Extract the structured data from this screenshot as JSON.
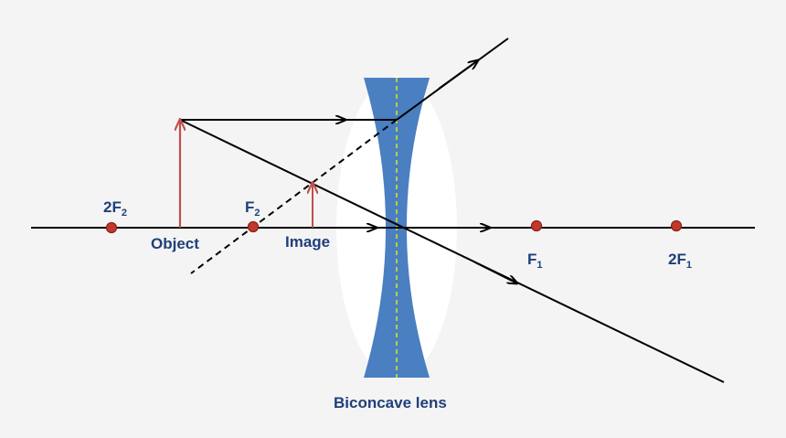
{
  "labels": {
    "object": "Object",
    "image": "Image",
    "lens": "Biconcave lens",
    "f2": {
      "main": "F",
      "sub": "2"
    },
    "twof2": {
      "main": "2F",
      "sub": "2"
    },
    "f1": {
      "main": "F",
      "sub": "1"
    },
    "twof1": {
      "main": "2F",
      "sub": "1"
    }
  },
  "colors": {
    "background": "#f4f4f4",
    "lens_fill": "#4a7fc1",
    "lens_glass": "#ffffff",
    "lens_axis": "#b8cf3c",
    "object_arrow": "#c0504d",
    "focal_point": "#c0392b",
    "rays": "#000000",
    "text": "#1f3f7a"
  }
}
